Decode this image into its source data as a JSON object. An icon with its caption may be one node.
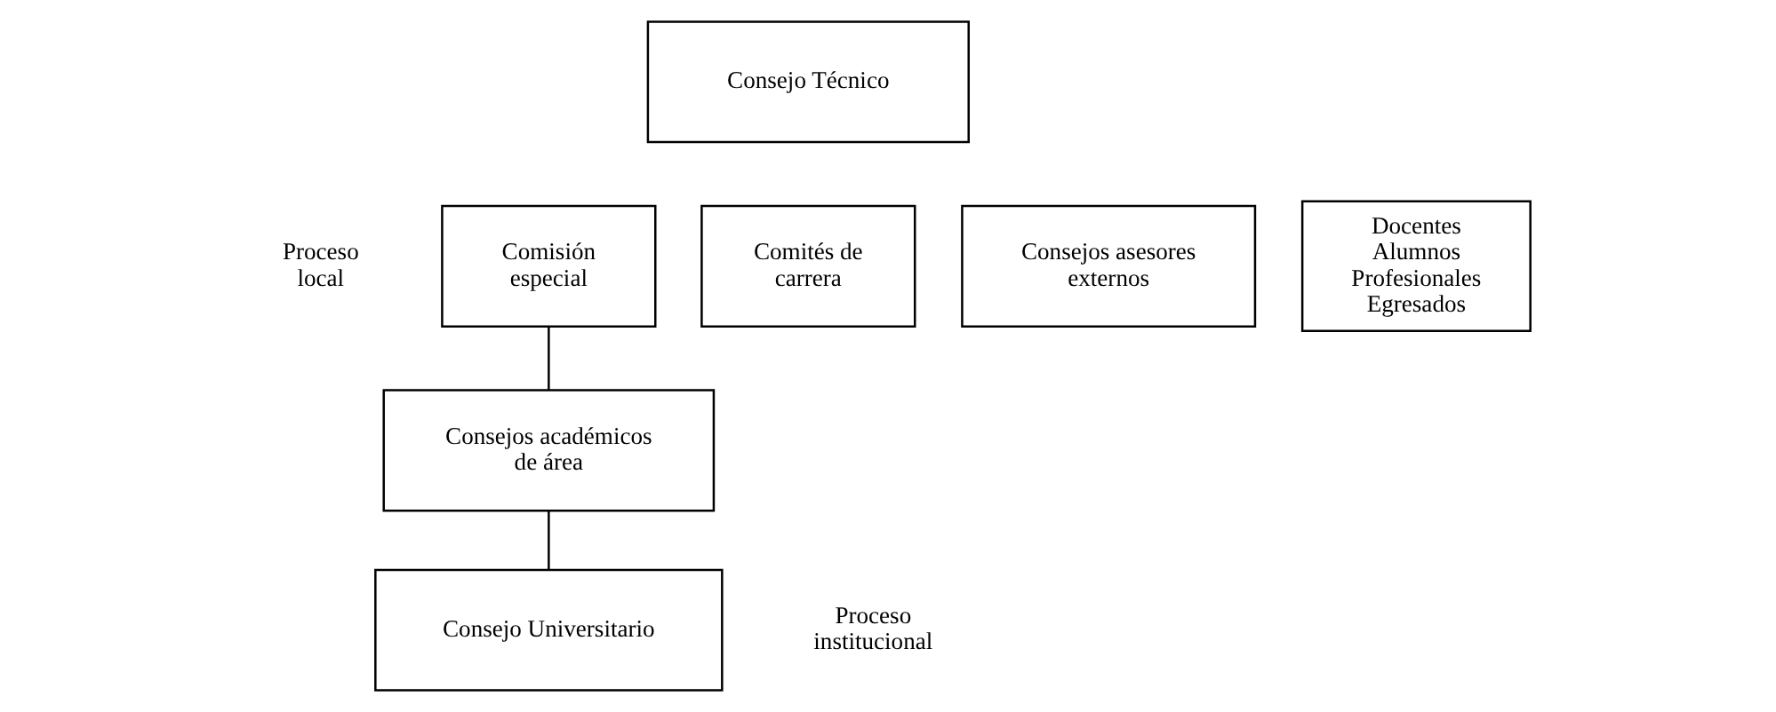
{
  "diagram": {
    "nodes": [
      {
        "text": [
          "Consejo Técnico"
        ]
      },
      {
        "text": [
          "Comisión especial"
        ]
      },
      {
        "text": [
          "Comités de carrera"
        ]
      },
      {
        "text": [
          "Consejos asesores externos"
        ]
      },
      {
        "text": [
          "Docentes Alumnos Profesionales Egresados"
        ]
      },
      {
        "text": [
          "Consejos académicos de área"
        ]
      },
      {
        "text": [
          "Consejo Universitario"
        ]
      }
    ],
    "edges": [
      {
        "from": 1,
        "to": 5,
        "arrow": "none"
      },
      {
        "from": 5,
        "to": 6,
        "arrow": "none"
      }
    ],
    "labels": [
      "Proceso local",
      "Proceso institucional"
    ]
  }
}
